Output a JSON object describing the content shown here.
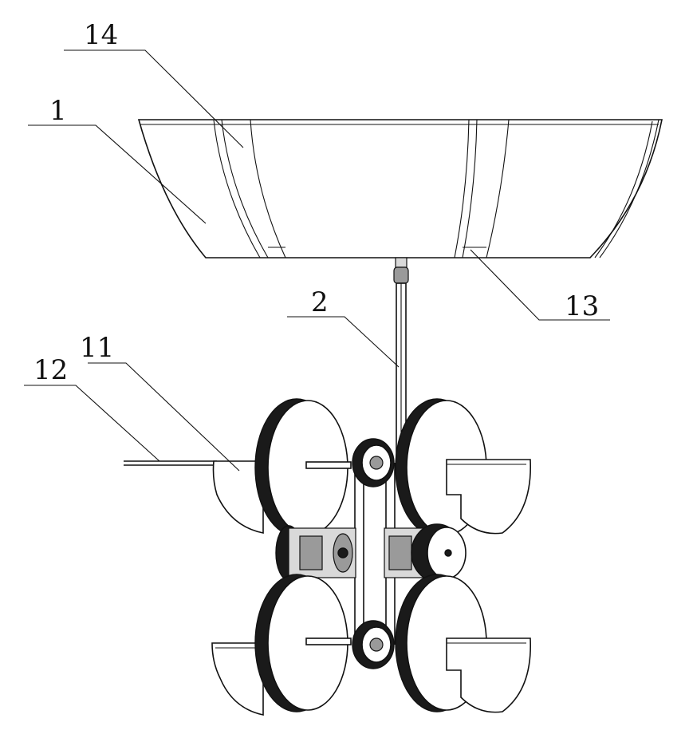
{
  "labels": {
    "l1": "1",
    "l2": "2",
    "l11": "11",
    "l12": "12",
    "l13": "13",
    "l14": "14"
  }
}
